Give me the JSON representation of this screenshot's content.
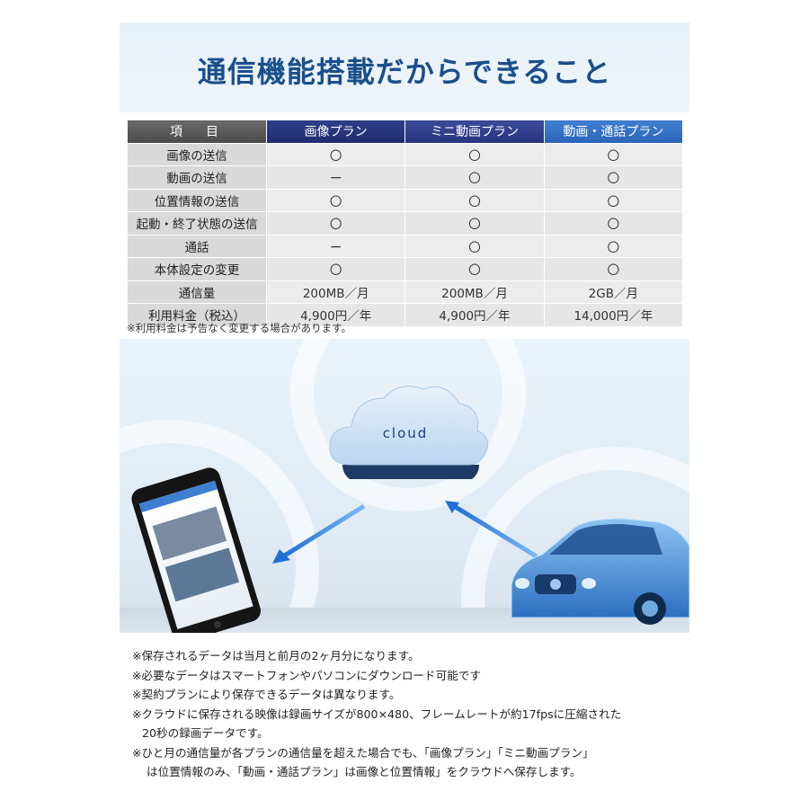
{
  "title": "通信機能搭載だからできること",
  "table": {
    "headers": [
      "項　目",
      "画像プラン",
      "ミニ動画プラン",
      "動画・通話プラン"
    ],
    "rows": [
      {
        "label": "画像の送信",
        "values": [
          "〇",
          "〇",
          "〇"
        ]
      },
      {
        "label": "動画の送信",
        "values": [
          "ー",
          "〇",
          "〇"
        ]
      },
      {
        "label": "位置情報の送信",
        "values": [
          "〇",
          "〇",
          "〇"
        ]
      },
      {
        "label": "起動・終了状態の送信",
        "values": [
          "〇",
          "〇",
          "〇"
        ]
      },
      {
        "label": "通話",
        "values": [
          "ー",
          "〇",
          "〇"
        ]
      },
      {
        "label": "本体設定の変更",
        "values": [
          "〇",
          "〇",
          "〇"
        ]
      },
      {
        "label": "通信量",
        "values": [
          "200MB／月",
          "200MB／月",
          "2GB／月"
        ]
      },
      {
        "label": "利用料金（税込）",
        "values": [
          "4,900円／年",
          "4,900円／年",
          "14,000円／年"
        ]
      }
    ]
  },
  "price_note": "※利用料金は予告なく変更する場合があります。",
  "illustration": {
    "cloud_label": "cloud",
    "colors": {
      "arrow": "#2a7fe0",
      "cloud": "#cfe2f7",
      "car": "#4a90d9",
      "phone": "#1a1a1a"
    }
  },
  "notes": [
    "※保存されるデータは当月と前月の2ヶ月分になります。",
    "※必要なデータはスマートフォンやパソコンにダウンロード可能です",
    "※契約プランにより保存できるデータは異なります。",
    "※クラウドに保存される映像は録画サイズが800×480、フレームレートが約17fpsに圧縮された",
    "20秒の録画データです。",
    "※ひと月の通信量が各プランの通信量を超えた場合でも、「画像プラン」「ミニ動画プラン」",
    "は位置情報のみ、「動画・通話プラン」は画像と位置情報」をクラウドへ保存します。"
  ]
}
